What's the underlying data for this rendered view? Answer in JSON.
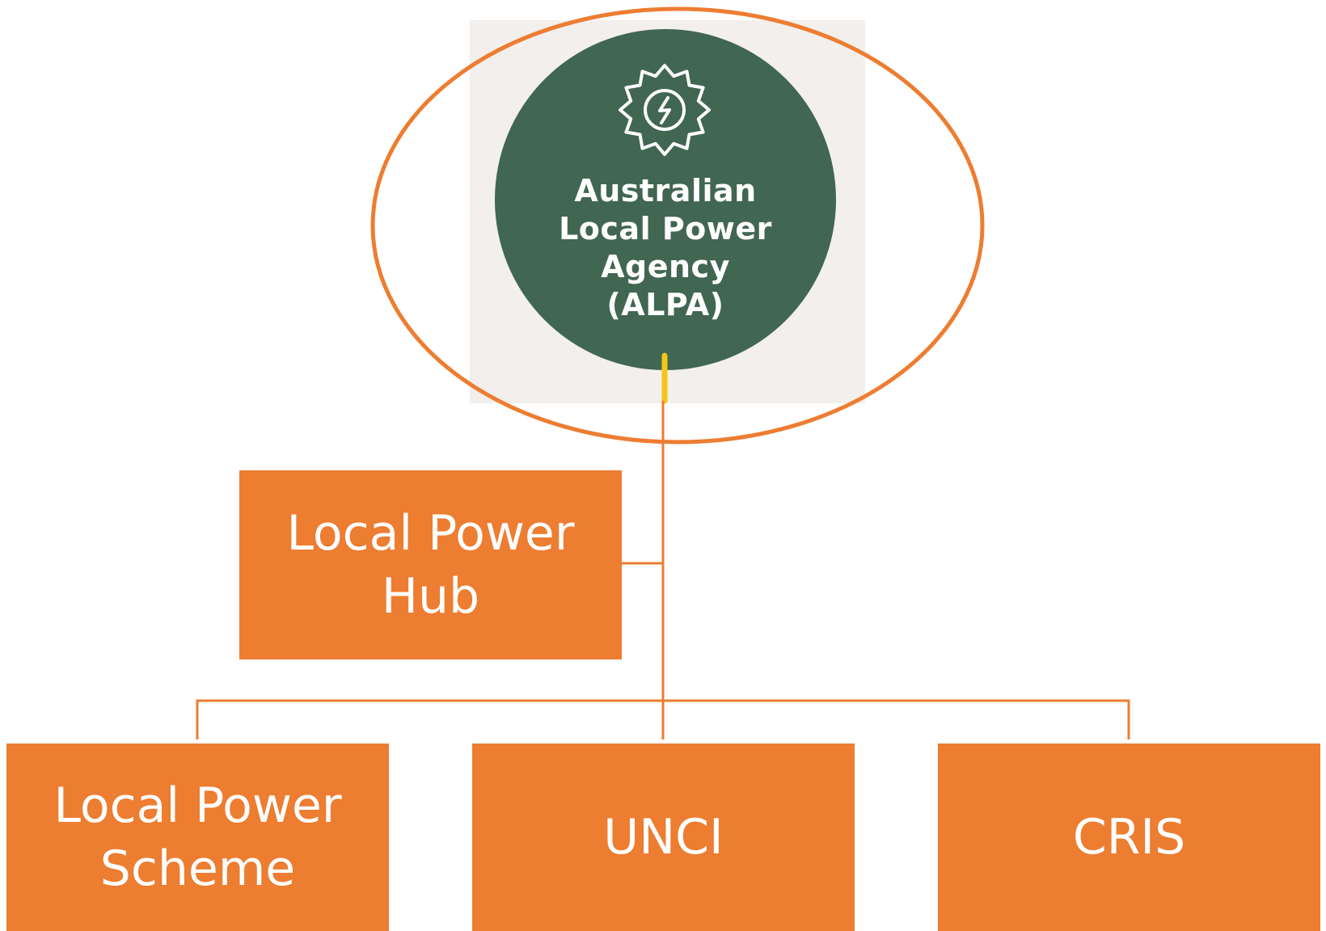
{
  "root": {
    "lines": [
      "Australian",
      "Local Power",
      "Agency",
      "(ALPA)"
    ],
    "icon": "sun-lightning-icon"
  },
  "nodes": {
    "hub": "Local Power Hub",
    "scheme": "Local Power Scheme",
    "unci": "UNCI",
    "cris": "CRIS"
  },
  "colors": {
    "accent": "#ed7d31",
    "logo_green": "#416652",
    "logo_background": "#f2efed",
    "connector_yellow": "#f5c518"
  }
}
